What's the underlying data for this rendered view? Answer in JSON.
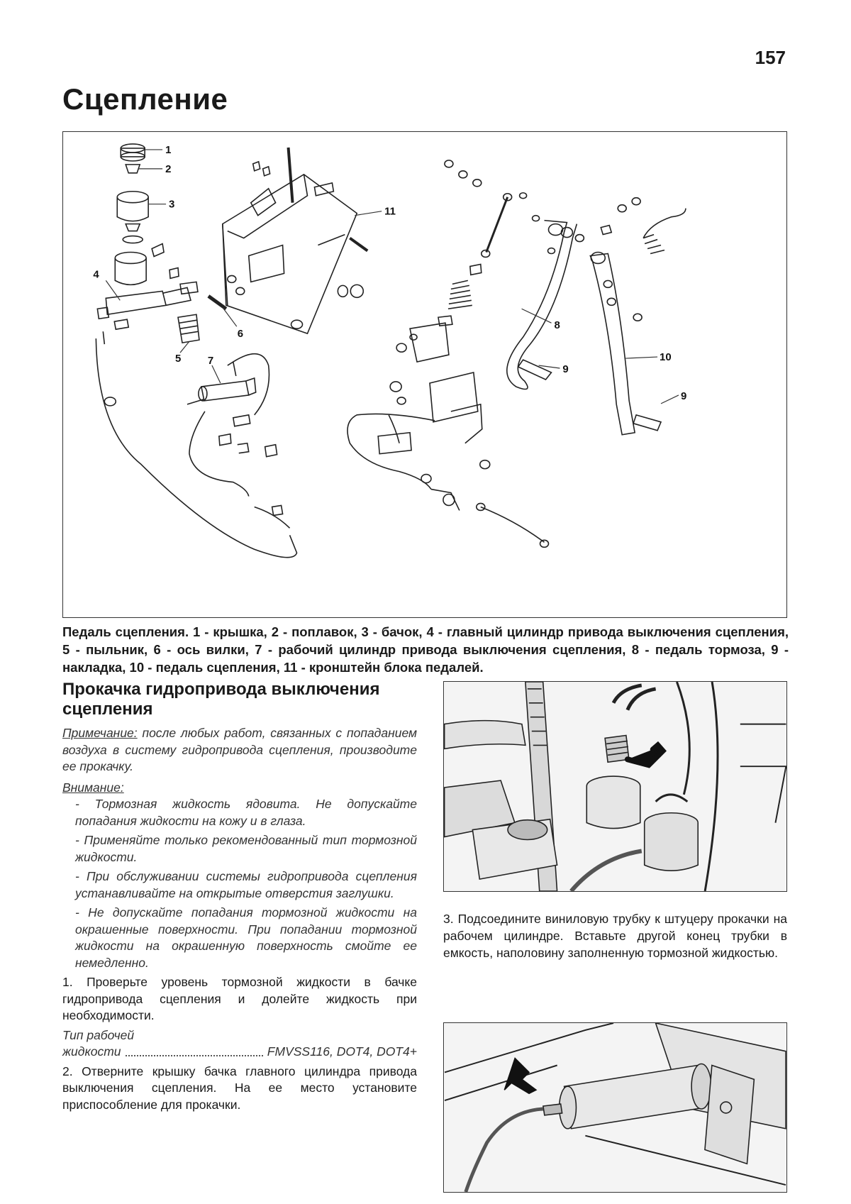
{
  "page_number": "157",
  "title": "Сцепление",
  "diagram": {
    "callouts": [
      "1",
      "2",
      "3",
      "4",
      "5",
      "6",
      "7",
      "8",
      "9",
      "9",
      "10",
      "11"
    ]
  },
  "caption": "Педаль сцепления. 1 - крышка, 2 - поплавок, 3 - бачок, 4 - главный цилиндр привода выключения сцепления, 5 - пыльник, 6 - ось вилки, 7 - рабочий цилиндр привода выключения сцепления, 8 - педаль тормоза, 9 - накладка, 10 - педаль сцепления, 11 - кронштейн блока педалей.",
  "section": {
    "heading": "Прокачка гидропривода выключения сцепления",
    "note_label": "Примечание:",
    "note_text": "после любых работ, связанных с попаданием воздуха в систему гидропривода сцепления, производите ее прокачку.",
    "warning_label": "Внимание:",
    "warnings": [
      "- Тормозная жидкость ядовита. Не допускайте попадания жидкости на кожу и в глаза.",
      "- Применяйте только рекомендованный тип тормозной жидкости.",
      "- При обслуживании системы гидропривода сцепления устанавливайте на открытые отверстия заглушки.",
      "- Не допускайте попадания тормозной жидкости на окрашенные поверхности. При попадании тормозной жидкости на окрашенную поверхность смойте ее немедленно."
    ],
    "step1": "1. Проверьте уровень тормозной жидкости в бачке гидропривода сцепления и долейте жидкость при необходимости.",
    "fluid_type_label_line1": "Тип рабочей",
    "fluid_type_label_line2": "жидкости",
    "fluid_type_value": "FMVSS116, DOT4, DOT4+",
    "step2": "2. Отверните крышку бачка главного цилиндра привода выключения сцепления. На ее место установите приспособление для прокачки.",
    "step3": "3. Подсоедините виниловую трубку к штуцеру прокачки на рабочем цилиндре. Вставьте другой конец трубки в емкость, наполовину заполненную тормозной жидкостью."
  }
}
